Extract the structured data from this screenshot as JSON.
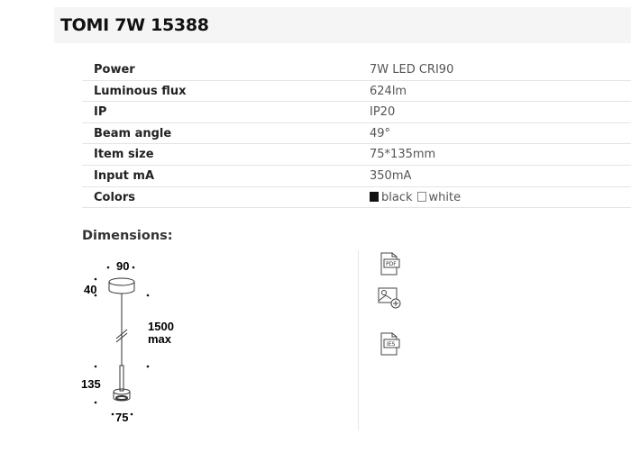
{
  "title": "TOMI 7W 15388",
  "specs": [
    {
      "label": "Power",
      "value": "7W LED CRI90"
    },
    {
      "label": "Luminous flux",
      "value": "624lm"
    },
    {
      "label": "IP",
      "value": "IP20"
    },
    {
      "label": "Beam angle",
      "value": "49°"
    },
    {
      "label": "Item size",
      "value": "75*135mm"
    },
    {
      "label": "Input mA",
      "value": "350mA"
    },
    {
      "label": "Colors",
      "colors": [
        "black",
        "white"
      ]
    }
  ],
  "dimensions": {
    "heading": "Dimensions:",
    "top_width": "90",
    "canopy_height": "40",
    "cable": "1500",
    "cable_note": "max",
    "body_height": "135",
    "body_width": "75"
  },
  "downloads": {
    "pdf": "PDF",
    "ies": "IES"
  }
}
